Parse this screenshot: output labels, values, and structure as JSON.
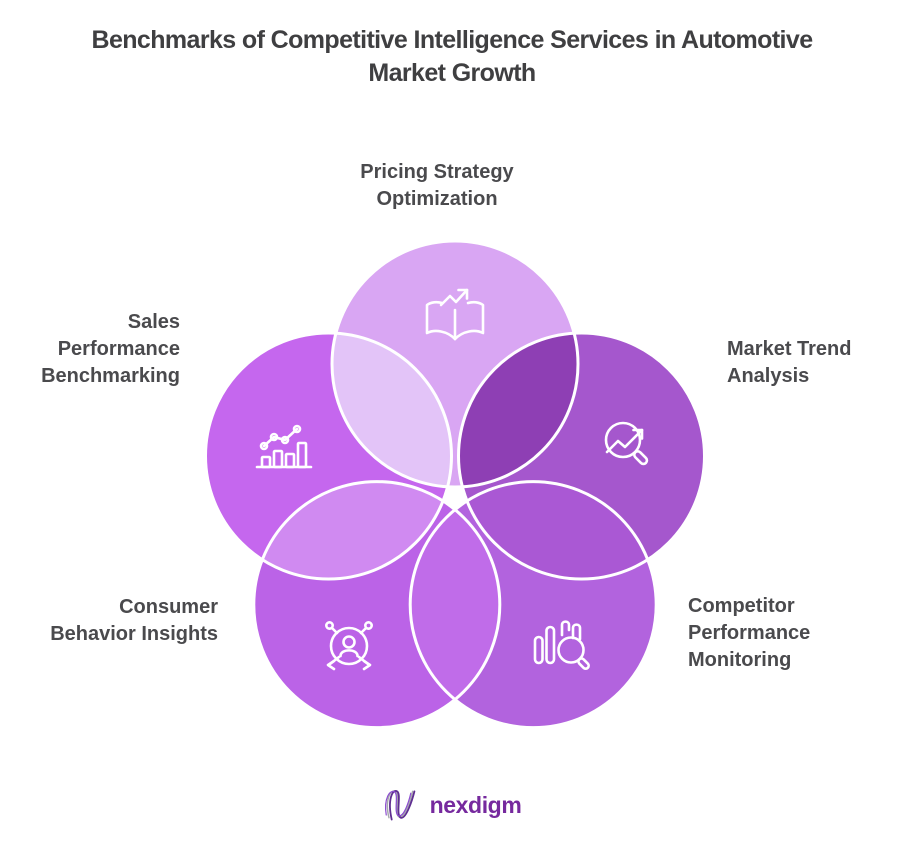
{
  "title": {
    "line1": "Benchmarks of Competitive Intelligence Services in Automotive",
    "line2": "Market Growth"
  },
  "labels": {
    "pricing": {
      "lines": [
        "Pricing Strategy",
        "Optimization"
      ]
    },
    "market": {
      "lines": [
        "Market Trend",
        "Analysis"
      ]
    },
    "competitor": {
      "lines": [
        "Competitor",
        "Performance",
        "Monitoring"
      ]
    },
    "consumer": {
      "lines": [
        "Consumer",
        "Behavior Insights"
      ]
    },
    "sales": {
      "lines": [
        "Sales",
        "Performance",
        "Benchmarking"
      ]
    }
  },
  "icons": {
    "pricing": "book-trend-icon",
    "market": "trend-magnifier-icon",
    "competitor": "chart-magnifier-icon",
    "consumer": "person-network-icon",
    "sales": "bar-line-chart-icon"
  },
  "colors": {
    "pricing": "#d9a6f3",
    "sales": "#c567ee",
    "market": "#a557cd",
    "consumer": "#bb63e7",
    "competitor": "#b263de",
    "overlap_pricing_sales": "#e3c4f8",
    "overlap_pricing_market": "#8e3fb4",
    "overlap_sales_consumer": "#d08af1",
    "overlap_consumer_competitor": "#c06ce9",
    "overlap_competitor_market": "#aa58d4",
    "circle_outline": "#ffffff",
    "icon_stroke": "#ffffff",
    "title_text": "#3f3f41",
    "label_text": "#4a4a4d",
    "logo_text": "#76299e",
    "logo_mark_purple": "#5f2f91",
    "logo_mark_light_purple": "#8b4ad1",
    "logo_mark_gray": "#a7a9ac"
  },
  "logo": {
    "text": "nexdigm"
  }
}
